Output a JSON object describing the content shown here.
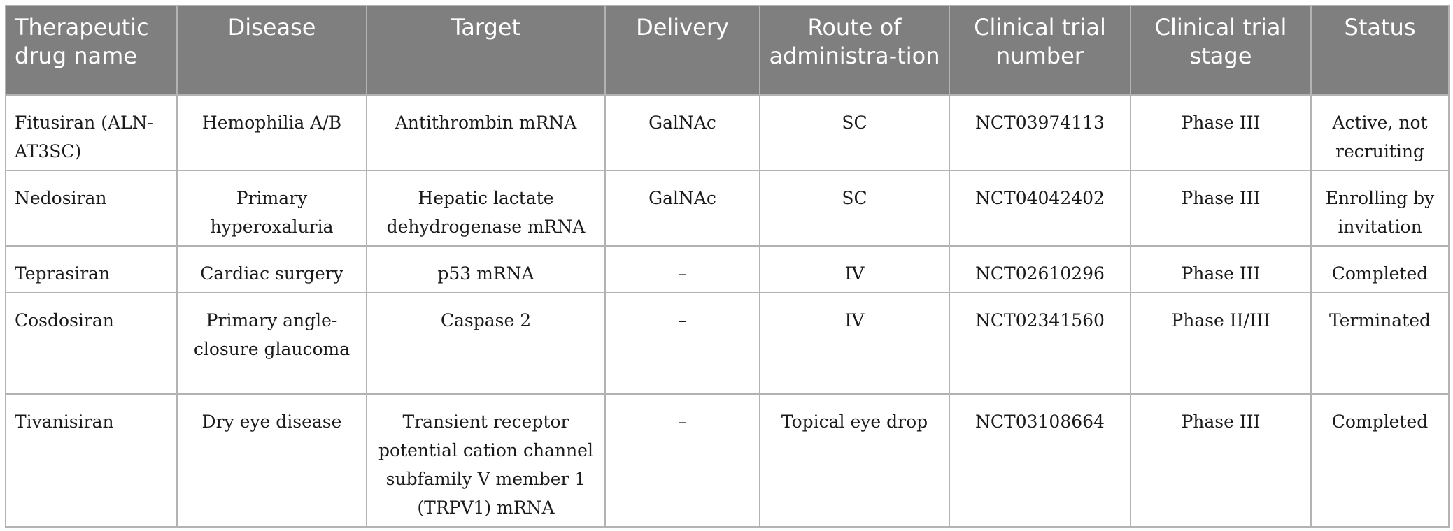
{
  "table": {
    "headers": [
      "Therapeutic drug name",
      "Disease",
      "Target",
      "Delivery",
      "Route of administra-tion",
      "Clinical trial number",
      "Clinical trial stage",
      "Status"
    ],
    "rows": [
      [
        "Fitusiran (ALN-AT3SC)",
        "Hemophilia A/B",
        "Antithrombin mRNA",
        "GalNAc",
        "SC",
        "NCT03974113",
        "Phase III",
        "Active, not recruiting"
      ],
      [
        "Nedosiran",
        "Primary hyperoxaluria",
        "Hepatic lactate dehydrogenase mRNA",
        "GalNAc",
        "SC",
        "NCT04042402",
        "Phase III",
        "Enrolling by invitation"
      ],
      [
        "Teprasiran",
        "Cardiac surgery",
        "p53 mRNA",
        "–",
        "IV",
        "NCT02610296",
        "Phase III",
        "Completed"
      ],
      [
        "Cosdosiran",
        "Primary angle-closure glaucoma",
        "Caspase 2",
        "–",
        "IV",
        "NCT02341560",
        "Phase II/III",
        "Terminated"
      ],
      [
        "Tivanisiran",
        "Dry eye disease",
        "Transient receptor potential cation channel subfamily V member 1 (TRPV1) mRNA",
        "–",
        "Topical eye drop",
        "NCT03108664",
        "Phase III",
        "Completed"
      ]
    ]
  }
}
